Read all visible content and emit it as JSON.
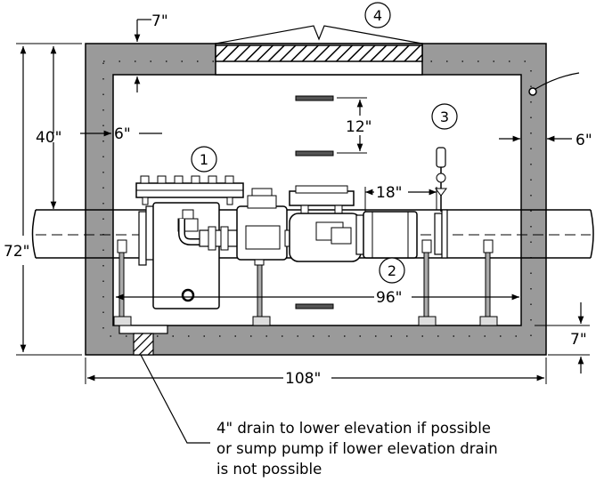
{
  "dimensions": {
    "top_wall": "7\"",
    "interior_height": "40\"",
    "left_clearance": "6\"",
    "overall_height": "72\"",
    "spacing": "12\"",
    "right_clearance": "6\"",
    "bypass_width": "18\"",
    "interior_width": "96\"",
    "bottom_wall": "7\"",
    "overall_width": "108\""
  },
  "callouts": [
    "1",
    "2",
    "3",
    "4"
  ],
  "note": {
    "line1": "4\" drain to lower elevation if possible",
    "line2": "or sump pump if lower elevation drain",
    "line3": "is not possible"
  }
}
